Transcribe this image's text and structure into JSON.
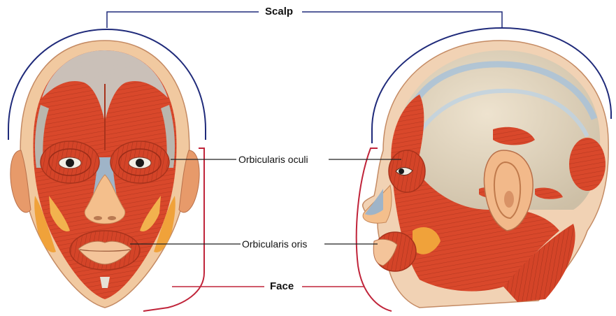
{
  "labels": {
    "scalp": "Scalp",
    "orbicularis_oculi": "Orbicularis oculi",
    "orbicularis_oris": "Orbicularis oris",
    "face": "Face"
  },
  "colors": {
    "scalp_bracket": "#1f2a7a",
    "face_bracket": "#c0243a",
    "leader": "#222222",
    "muscle": "#d9482b",
    "muscle_dark": "#a82e18",
    "aponeurosis": "#c9c7c0",
    "fat": "#f0a23a",
    "skin": "#f1c9a0",
    "skull": "#e7d9c0"
  }
}
